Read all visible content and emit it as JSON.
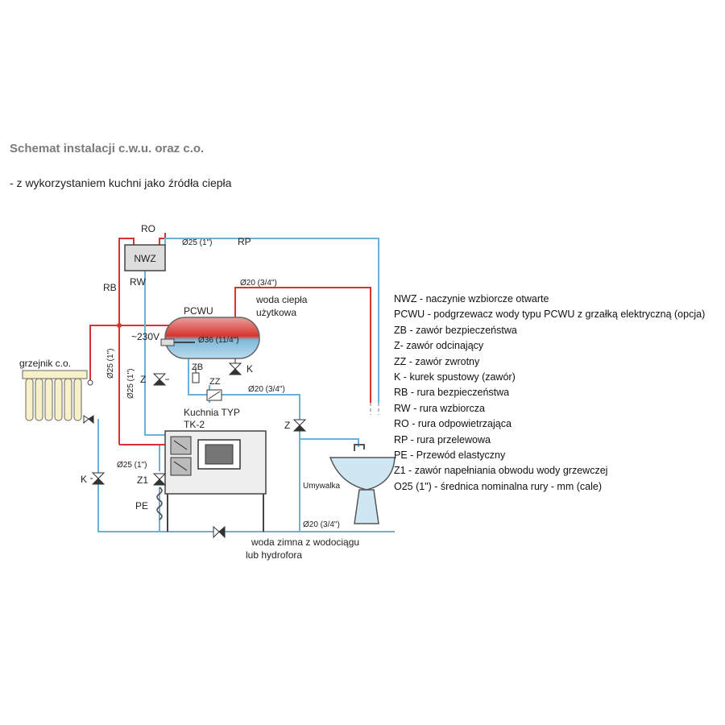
{
  "header": {
    "title": "Schemat instalacji c.w.u. oraz c.o.",
    "subtitle": "- z wykorzystaniem kuchni jako źródła ciepła"
  },
  "diagram": {
    "labels": {
      "ro": "RO",
      "nwz": "NWZ",
      "rw": "RW",
      "rb": "RB",
      "rp": "RP",
      "pipe_top": "Ø25 (1\")",
      "pipe_pcwu": "Ø20 (3/4\")",
      "water_hot_1": "woda ciepła",
      "water_hot_2": "użytkowa",
      "pcwu": "PCWU",
      "voltage": "~230V",
      "tank_size": "Ø36 (11/4\")",
      "zb": "ZB",
      "zz": "ZZ",
      "k_tank": "K",
      "pipe_mid": "Ø20 (3/4\")",
      "kitchen_1": "Kuchnia  TYP",
      "kitchen_2": "TK-2",
      "radiator": "grzejnik c.o.",
      "vert_1": "Ø25 (1\")",
      "vert_2": "Ø25 (1\")",
      "z_left": "Z",
      "z_right": "Z",
      "k_left": "K",
      "z1": "Z1",
      "pipe_low": "Ø25 (1\")",
      "pe": "PE",
      "sink": "Umywalka",
      "pipe_bottom": "Ø20 (3/4\")",
      "cold_1": "woda zimna z wodociągu",
      "cold_2": "lub hydrofora"
    },
    "colors": {
      "hot": "#d9342b",
      "cold": "#6ab2d8",
      "frame": "#444444",
      "fill": "#dddddd"
    }
  },
  "legend": [
    "NWZ - naczynie wzbiorcze otwarte",
    "PCWU - podgrzewacz wody typu PCWU z grzałką elektryczną (opcja)",
    "ZB - zawór bezpieczeństwa",
    "Z- zawór odcinający",
    "ZZ - zawór zwrotny",
    "K - kurek spustowy (zawór)",
    "RB - rura bezpieczeństwa",
    "RW - rura wzbiorcza",
    "RO - rura odpowietrzająca",
    "RP - rura przelewowa",
    "PE - Przewód elastyczny",
    "Z1 - zawór napełniania obwodu wody grzewczej",
    "O25 (1\") - średnica nominalna rury - mm (cale)"
  ]
}
